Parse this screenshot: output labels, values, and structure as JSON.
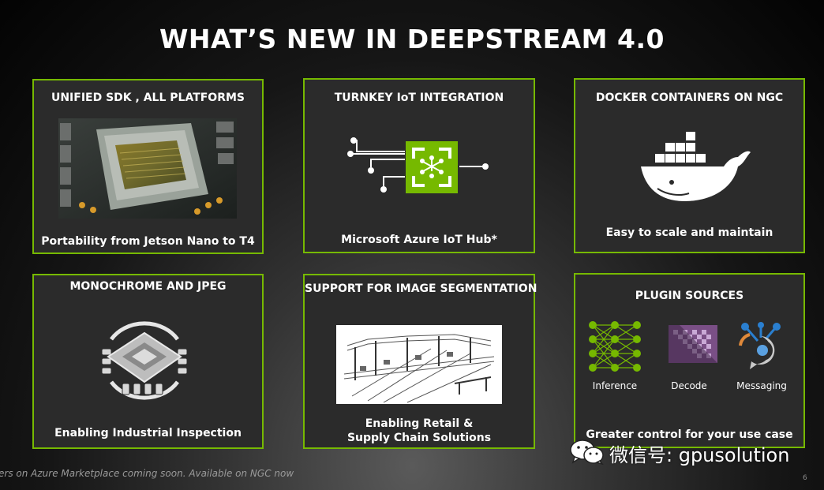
{
  "slide": {
    "title": "WHAT’S NEW IN DEEPSTREAM 4.0",
    "page_number": "6"
  },
  "cards": {
    "sdk": {
      "title": "UNIFIED SDK , ALL PLATFORMS",
      "caption": "Portability from Jetson Nano to T4",
      "image": "gpu-chip-photo"
    },
    "iot": {
      "title": "TURNKEY IoT INTEGRATION",
      "caption": "Microsoft Azure IoT Hub*",
      "icon": "azure-iot-hub-icon"
    },
    "docker": {
      "title": "DOCKER CONTAINERS ON NGC",
      "caption": "Easy to scale and maintain",
      "icon": "docker-whale-icon"
    },
    "mono": {
      "title": "MONOCHROME AND JPEG",
      "caption": "Enabling Industrial Inspection",
      "icon": "processor-chip-icon"
    },
    "seg": {
      "title": "SUPPORT FOR IMAGE SEGMENTATION",
      "caption_lines": [
        "Enabling Retail &",
        "Supply Chain Solutions"
      ],
      "image": "warehouse-conveyor-sketch"
    },
    "plugin": {
      "title": "PLUGIN SOURCES",
      "caption": "Greater control for your use case",
      "items": [
        {
          "label": "Inference",
          "icon": "neural-network-icon"
        },
        {
          "label": "Decode",
          "icon": "decode-icon"
        },
        {
          "label": "Messaging",
          "icon": "messaging-icon"
        }
      ]
    }
  },
  "footnote": "ers on Azure Marketplace coming soon. Available on NGC now",
  "watermark": {
    "icon": "wechat-icon",
    "text": "微信号: gpusolution"
  },
  "colors": {
    "accent": "#76b900",
    "card_background": "#2b2b2b",
    "text": "#ffffff"
  }
}
